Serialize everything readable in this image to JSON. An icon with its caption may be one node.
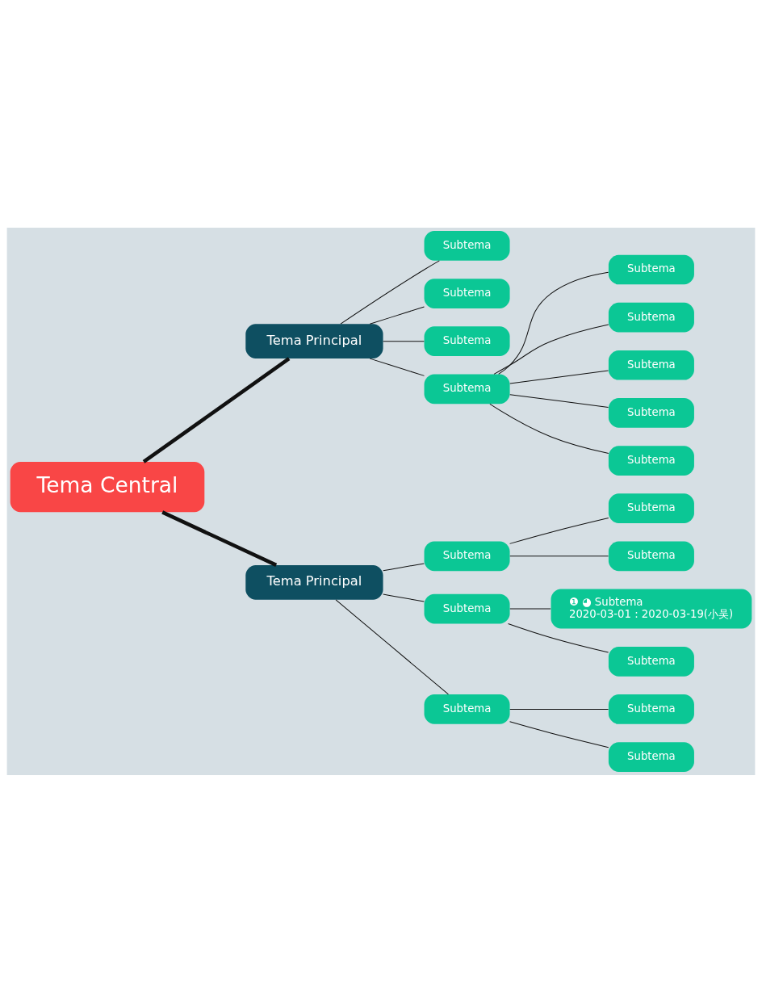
{
  "diagram": {
    "nodes": [
      {
        "text": [
          "Tema Central"
        ]
      },
      {
        "text": [
          "Tema Principal"
        ]
      },
      {
        "text": [
          "Subtema"
        ]
      },
      {
        "text": [
          "Subtema"
        ]
      },
      {
        "text": [
          "Subtema"
        ]
      },
      {
        "text": [
          "Subtema"
        ]
      },
      {
        "text": [
          "Subtema"
        ]
      },
      {
        "text": [
          "Subtema"
        ]
      },
      {
        "text": [
          "Subtema"
        ]
      },
      {
        "text": [
          "Subtema"
        ]
      },
      {
        "text": [
          "Subtema"
        ]
      },
      {
        "text": [
          "Tema Principal"
        ]
      },
      {
        "text": [
          "Subtema"
        ]
      },
      {
        "text": [
          "Subtema"
        ]
      },
      {
        "text": [
          "Subtema"
        ]
      },
      {
        "text": [
          "Subtema"
        ]
      },
      {
        "text": [
          "❶ ◕ Subtema",
          "2020-03-01 : 2020-03-19(小吴)"
        ]
      },
      {
        "text": [
          "Subtema"
        ]
      },
      {
        "text": [
          "Subtema"
        ]
      },
      {
        "text": [
          "Subtema"
        ]
      },
      {
        "text": [
          "Subtema"
        ]
      }
    ],
    "edges": [
      {
        "from": 0,
        "to": 1,
        "arrow": "none",
        "style": "thick"
      },
      {
        "from": 0,
        "to": 11,
        "arrow": "none",
        "style": "thick"
      },
      {
        "from": 1,
        "to": 2,
        "arrow": "none"
      },
      {
        "from": 1,
        "to": 3,
        "arrow": "none"
      },
      {
        "from": 1,
        "to": 4,
        "arrow": "none"
      },
      {
        "from": 1,
        "to": 5,
        "arrow": "none"
      },
      {
        "from": 5,
        "to": 6,
        "arrow": "none"
      },
      {
        "from": 5,
        "to": 7,
        "arrow": "none"
      },
      {
        "from": 5,
        "to": 8,
        "arrow": "none"
      },
      {
        "from": 5,
        "to": 9,
        "arrow": "none"
      },
      {
        "from": 5,
        "to": 10,
        "arrow": "none"
      },
      {
        "from": 11,
        "to": 12,
        "arrow": "none"
      },
      {
        "from": 12,
        "to": 13,
        "arrow": "none"
      },
      {
        "from": 12,
        "to": 14,
        "arrow": "none"
      },
      {
        "from": 11,
        "to": 15,
        "arrow": "none"
      },
      {
        "from": 15,
        "to": 16,
        "arrow": "none"
      },
      {
        "from": 15,
        "to": 17,
        "arrow": "none"
      },
      {
        "from": 11,
        "to": 18,
        "arrow": "none"
      },
      {
        "from": 18,
        "to": 19,
        "arrow": "none"
      },
      {
        "from": 18,
        "to": 20,
        "arrow": "none"
      }
    ]
  }
}
